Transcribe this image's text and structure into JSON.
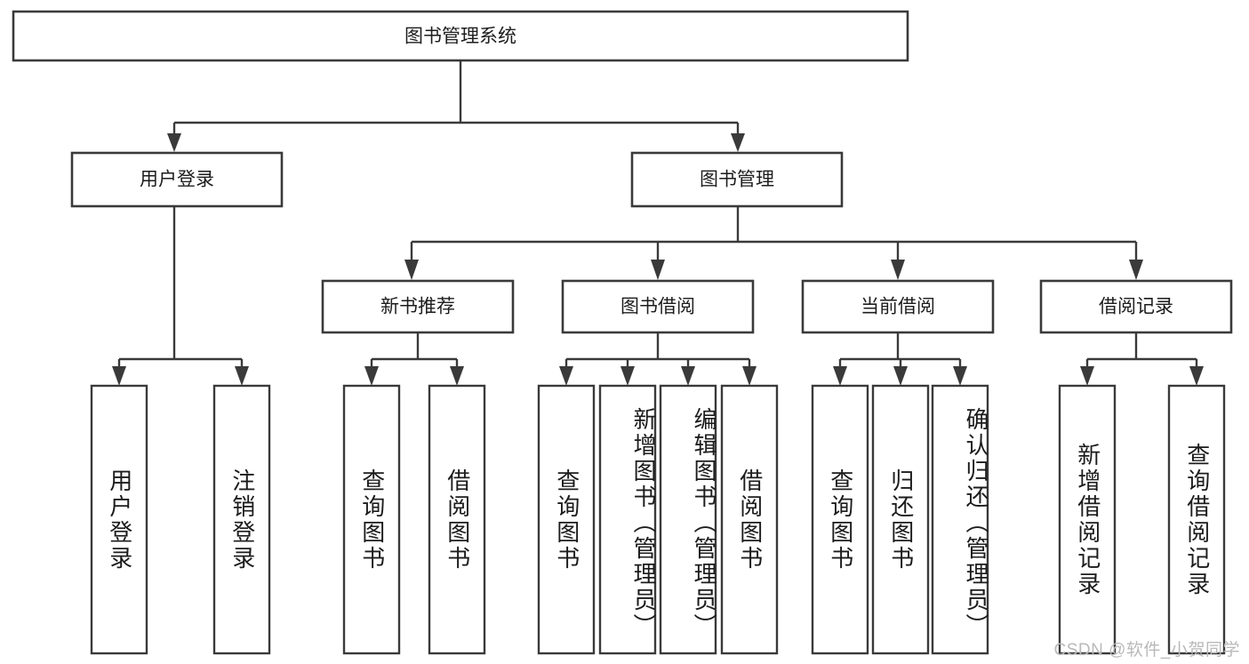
{
  "diagram": {
    "type": "tree",
    "title": "图书管理系统",
    "orientation": "top-down",
    "colors": {
      "box_stroke": "#3a3a3a",
      "box_fill": "#ffffff",
      "connector": "#3a3a3a",
      "text": "#1c1c1c",
      "watermark": "#b9b9b9",
      "background": "#ffffff"
    },
    "root": {
      "label": "图书管理系统"
    },
    "level2": [
      {
        "label": "用户登录"
      },
      {
        "label": "图书管理"
      }
    ],
    "level3": [
      {
        "label": "新书推荐"
      },
      {
        "label": "图书借阅"
      },
      {
        "label": "当前借阅"
      },
      {
        "label": "借阅记录"
      }
    ],
    "leaves": {
      "user_login": [
        {
          "label": "用户登录"
        },
        {
          "label": "注销登录"
        }
      ],
      "new_book_rec": [
        {
          "label": "查询图书"
        },
        {
          "label": "借阅图书"
        }
      ],
      "book_borrow": [
        {
          "label": "查询图书"
        },
        {
          "label": "新增图书（管理员）"
        },
        {
          "label": "编辑图书（管理员）"
        },
        {
          "label": "借阅图书"
        }
      ],
      "current_borrow": [
        {
          "label": "查询图书"
        },
        {
          "label": "归还图书"
        },
        {
          "label": "确认归还（管理员）"
        }
      ],
      "borrow_record": [
        {
          "label": "新增借阅记录"
        },
        {
          "label": "查询借阅记录"
        }
      ]
    }
  },
  "watermark": {
    "text": "CSDN @软件_小贺同学"
  }
}
